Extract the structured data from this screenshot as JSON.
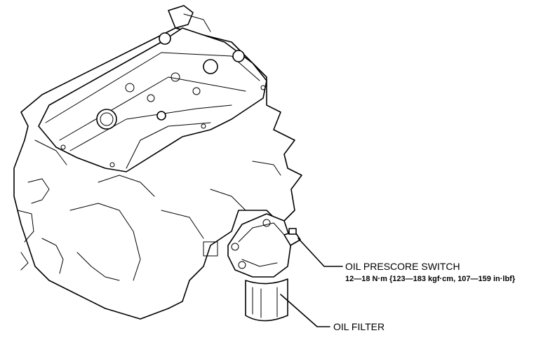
{
  "labels": {
    "oil_pressure_switch": {
      "title": "OIL PRESCORE SWITCH",
      "torque": "12—18 N·m {123—183 kgf·cm, 107—159 in·lbf}"
    },
    "oil_filter": {
      "title": "OIL FILTER"
    }
  },
  "colors": {
    "line": "#000000",
    "background": "#ffffff"
  }
}
